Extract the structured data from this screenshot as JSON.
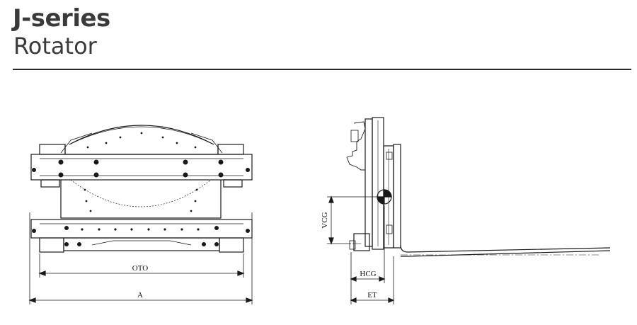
{
  "header": {
    "title": "J-series",
    "subtitle": "Rotator"
  },
  "front_view": {
    "dim_oto": "OTO",
    "dim_a": "A"
  },
  "side_view": {
    "dim_vcg": "VCG",
    "dim_hcg": "HCG",
    "dim_et": "ET"
  },
  "colors": {
    "line": "#1a1a1a",
    "text": "#3a3a3a"
  }
}
